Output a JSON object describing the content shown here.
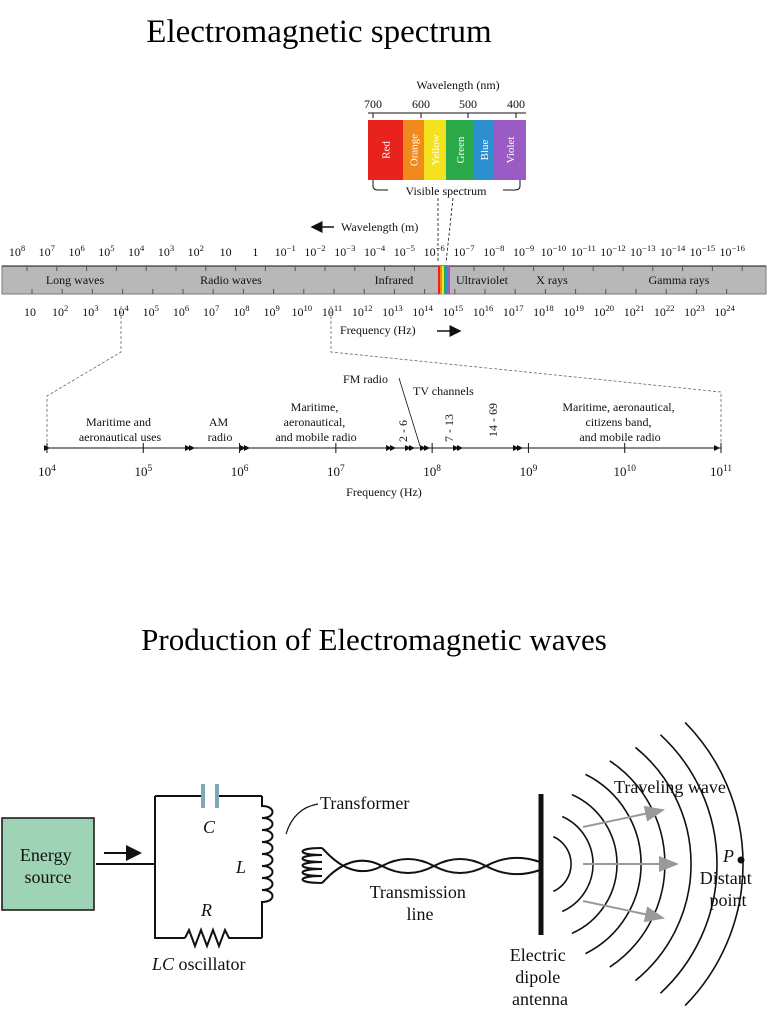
{
  "titles": {
    "spectrum": "Electromagnetic spectrum",
    "production": "Production of Electromagnetic waves"
  },
  "visible": {
    "header": "Wavelength (nm)",
    "ticks": [
      "700",
      "600",
      "500",
      "400"
    ],
    "colors": [
      {
        "name": "Red",
        "hex": "#e8231e"
      },
      {
        "name": "Orange",
        "hex": "#f08a1c"
      },
      {
        "name": "Yellow",
        "hex": "#f5e21f"
      },
      {
        "name": "Green",
        "hex": "#2aa84a"
      },
      {
        "name": "Blue",
        "hex": "#2b8fd0"
      },
      {
        "name": "Violet",
        "hex": "#9a5cc4"
      }
    ],
    "caption": "Visible spectrum"
  },
  "spectrum": {
    "wavelength_label": "Wavelength (m)",
    "frequency_label": "Frequency (Hz)",
    "bar_color": "#b8b8b8",
    "wavelength_ticks": [
      {
        "b": "10",
        "e": "8"
      },
      {
        "b": "10",
        "e": "7"
      },
      {
        "b": "10",
        "e": "6"
      },
      {
        "b": "10",
        "e": "5"
      },
      {
        "b": "10",
        "e": "4"
      },
      {
        "b": "10",
        "e": "3"
      },
      {
        "b": "10",
        "e": "2"
      },
      {
        "b": "10",
        "e": ""
      },
      {
        "b": "1",
        "e": ""
      },
      {
        "b": "10",
        "e": "−1"
      },
      {
        "b": "10",
        "e": "−2"
      },
      {
        "b": "10",
        "e": "−3"
      },
      {
        "b": "10",
        "e": "−4"
      },
      {
        "b": "10",
        "e": "−5"
      },
      {
        "b": "10",
        "e": "−6"
      },
      {
        "b": "10",
        "e": "−7"
      },
      {
        "b": "10",
        "e": "−8"
      },
      {
        "b": "10",
        "e": "−9"
      },
      {
        "b": "10",
        "e": "−10"
      },
      {
        "b": "10",
        "e": "−11"
      },
      {
        "b": "10",
        "e": "−12"
      },
      {
        "b": "10",
        "e": "−13"
      },
      {
        "b": "10",
        "e": "−14"
      },
      {
        "b": "10",
        "e": "−15"
      },
      {
        "b": "10",
        "e": "−16"
      }
    ],
    "frequency_ticks": [
      {
        "b": "10",
        "e": ""
      },
      {
        "b": "10",
        "e": "2"
      },
      {
        "b": "10",
        "e": "3"
      },
      {
        "b": "10",
        "e": "4"
      },
      {
        "b": "10",
        "e": "5"
      },
      {
        "b": "10",
        "e": "6"
      },
      {
        "b": "10",
        "e": "7"
      },
      {
        "b": "10",
        "e": "8"
      },
      {
        "b": "10",
        "e": "9"
      },
      {
        "b": "10",
        "e": "10"
      },
      {
        "b": "10",
        "e": "11"
      },
      {
        "b": "10",
        "e": "12"
      },
      {
        "b": "10",
        "e": "13"
      },
      {
        "b": "10",
        "e": "14"
      },
      {
        "b": "10",
        "e": "15"
      },
      {
        "b": "10",
        "e": "16"
      },
      {
        "b": "10",
        "e": "17"
      },
      {
        "b": "10",
        "e": "18"
      },
      {
        "b": "10",
        "e": "19"
      },
      {
        "b": "10",
        "e": "20"
      },
      {
        "b": "10",
        "e": "21"
      },
      {
        "b": "10",
        "e": "22"
      },
      {
        "b": "10",
        "e": "23"
      },
      {
        "b": "10",
        "e": "24"
      }
    ],
    "regions": [
      "Long waves",
      "Radio waves",
      "Infrared",
      "Ultraviolet",
      "X rays",
      "Gamma rays"
    ]
  },
  "radio": {
    "fm": "FM radio",
    "tv": "TV channels",
    "bands": [
      {
        "lines": [
          "Maritime and",
          "aeronautical uses"
        ]
      },
      {
        "lines": [
          "AM",
          "radio"
        ]
      },
      {
        "lines": [
          "Maritime,",
          "aeronautical,",
          "and mobile radio"
        ]
      },
      {
        "lines": [
          "Maritime, aeronautical,",
          "citizens band,",
          "and mobile radio"
        ]
      }
    ],
    "channels": [
      "2 - 6",
      "7 - 13",
      "14 - 69"
    ],
    "ticks": [
      {
        "b": "10",
        "e": "4"
      },
      {
        "b": "10",
        "e": "5"
      },
      {
        "b": "10",
        "e": "6"
      },
      {
        "b": "10",
        "e": "7"
      },
      {
        "b": "10",
        "e": "8"
      },
      {
        "b": "10",
        "e": "9"
      },
      {
        "b": "10",
        "e": "10"
      },
      {
        "b": "10",
        "e": "11"
      }
    ],
    "axis_label": "Frequency (Hz)"
  },
  "production": {
    "energy_source": [
      "Energy",
      "source"
    ],
    "energy_color": "#9fd3b6",
    "capacitor": "C",
    "inductor": "L",
    "resistor": "R",
    "oscillator_italic": "LC",
    "oscillator_rest": " oscillator",
    "transformer": "Transformer",
    "transmission_line": [
      "Transmission",
      "line"
    ],
    "antenna": [
      "Electric",
      "dipole",
      "antenna"
    ],
    "traveling_wave": "Traveling wave",
    "point_italic": "P",
    "distant_point": [
      "Distant",
      "point"
    ]
  }
}
